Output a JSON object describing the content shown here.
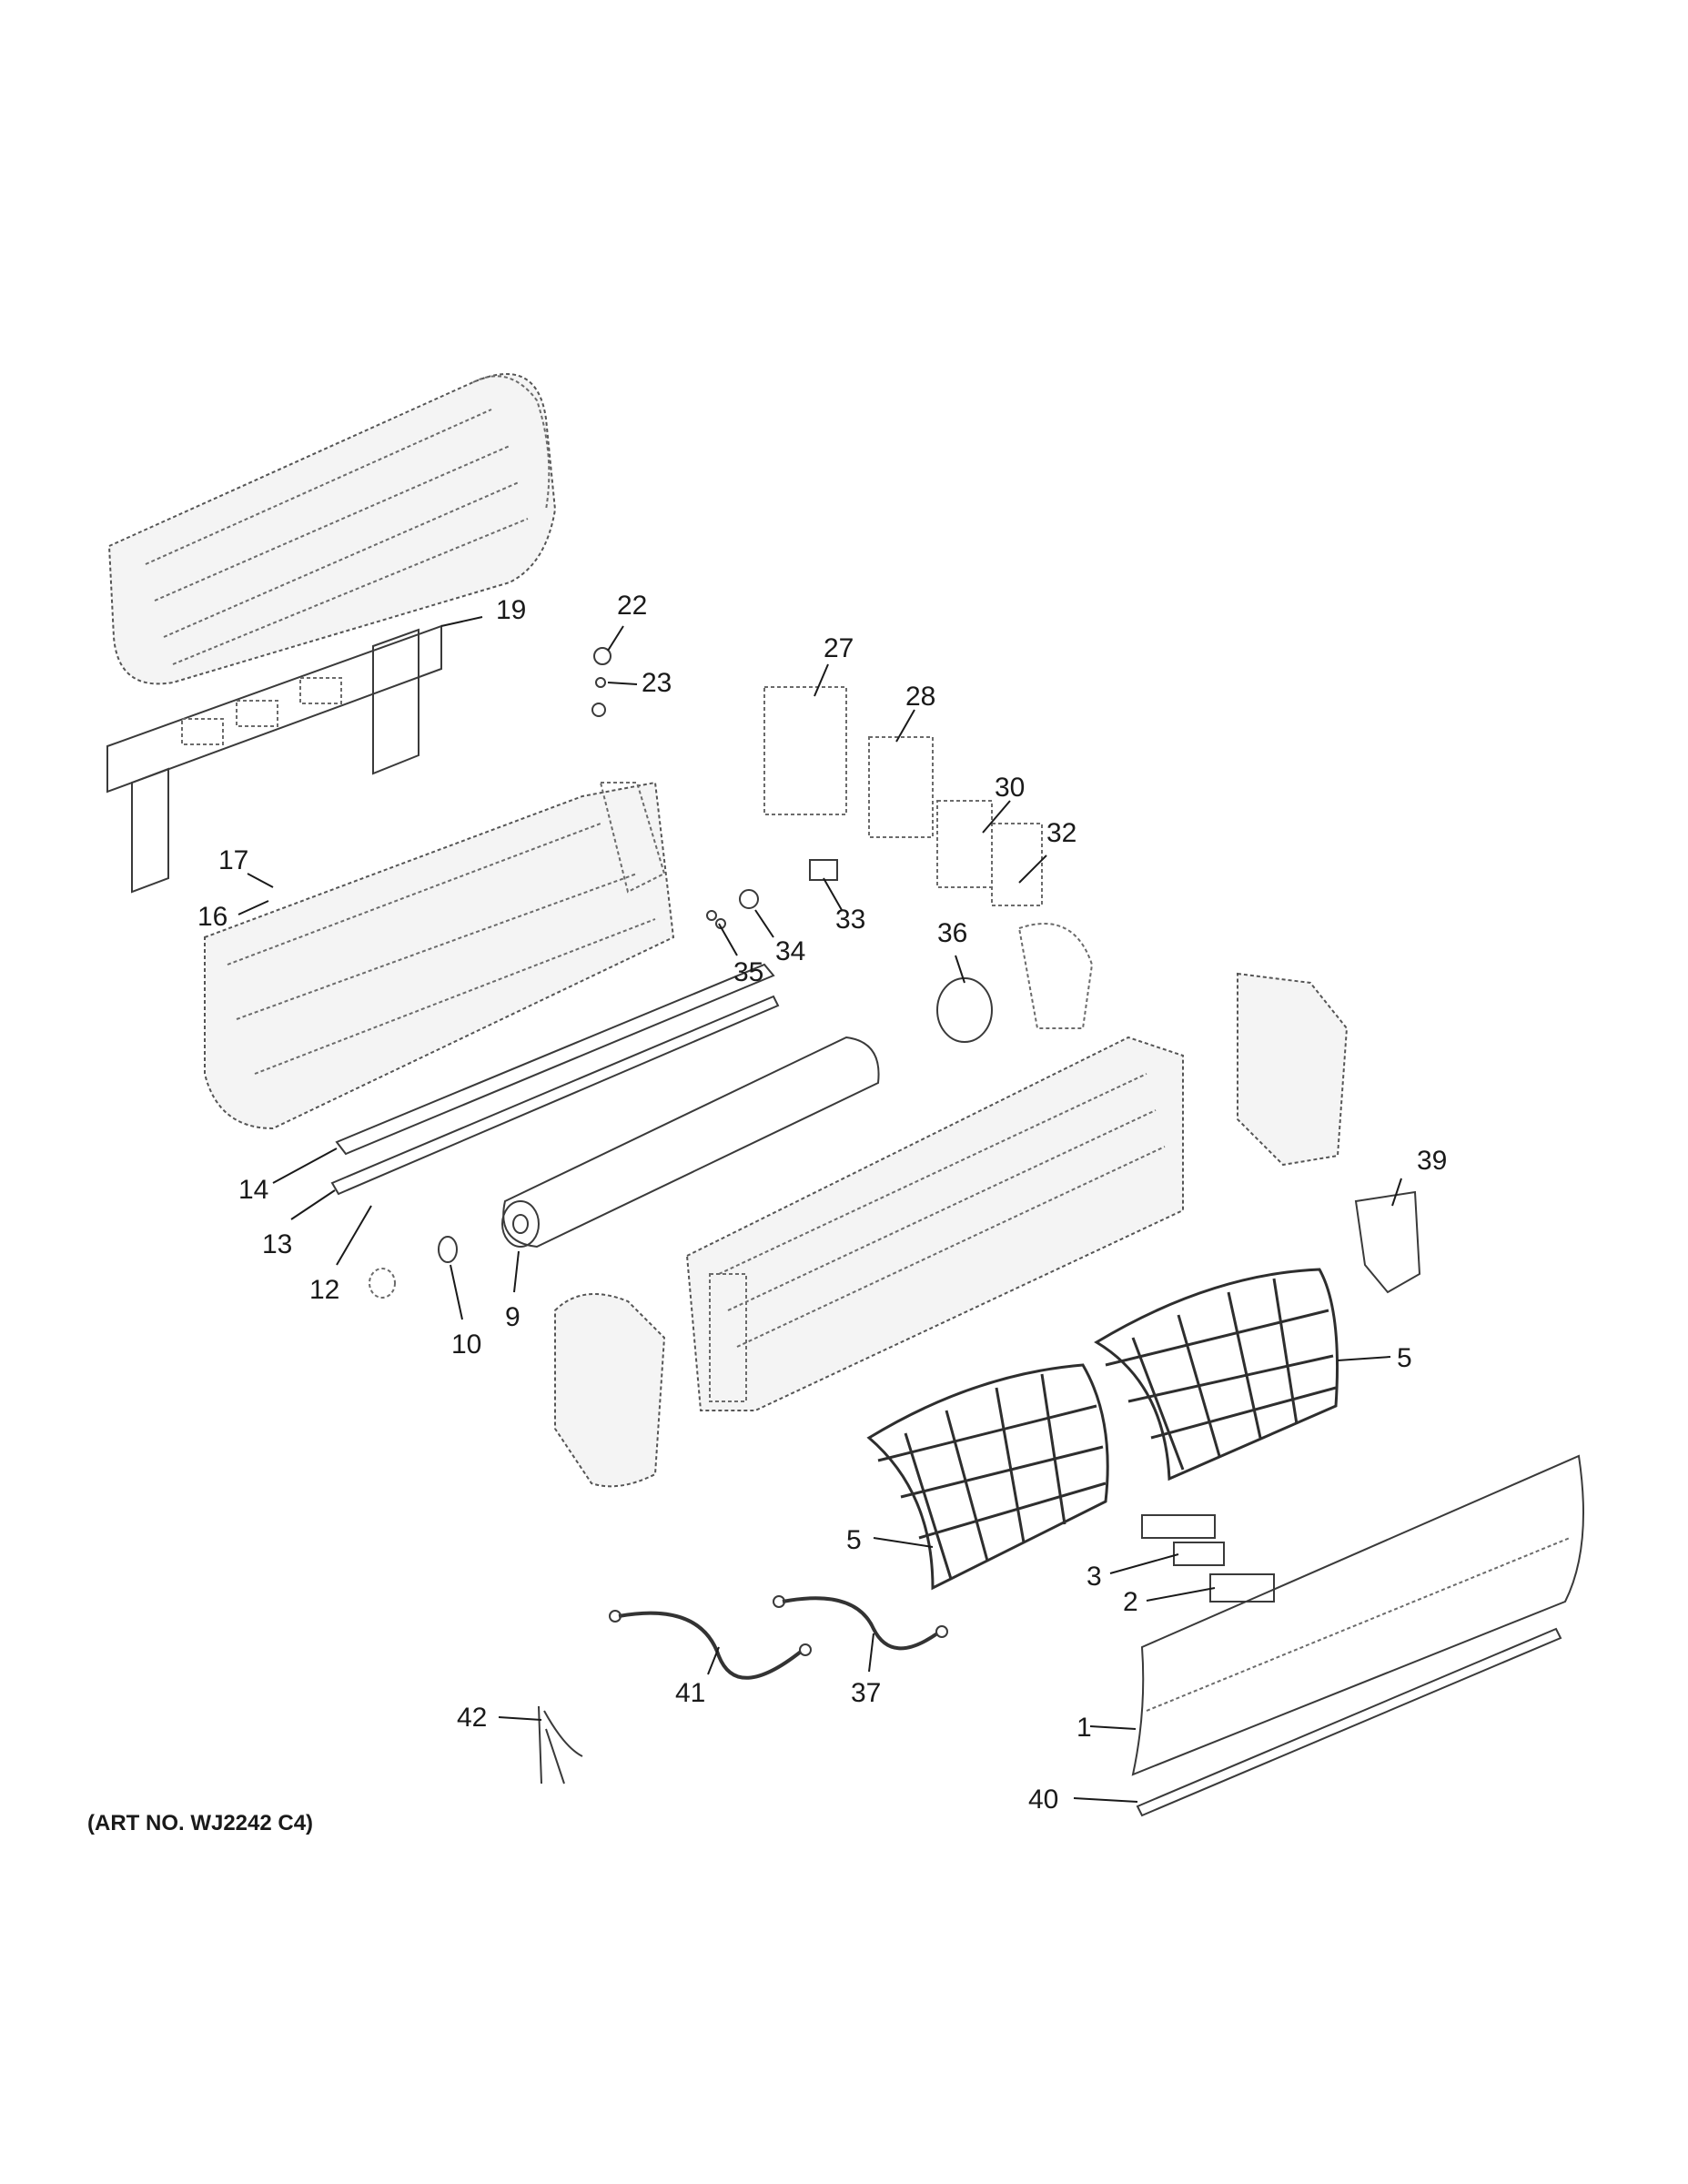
{
  "art_number": "(ART NO. WJ2242 C4)",
  "callouts": {
    "c1": "1",
    "c2": "2",
    "c3": "3",
    "c5a": "5",
    "c5b": "5",
    "c9": "9",
    "c10": "10",
    "c12": "12",
    "c13": "13",
    "c14": "14",
    "c16": "16",
    "c17": "17",
    "c19": "19",
    "c22": "22",
    "c23": "23",
    "c27": "27",
    "c28": "28",
    "c30": "30",
    "c32": "32",
    "c33": "33",
    "c34": "34",
    "c35": "35",
    "c36": "36",
    "c37": "37",
    "c39": "39",
    "c40": "40",
    "c41": "41",
    "c42": "42"
  }
}
